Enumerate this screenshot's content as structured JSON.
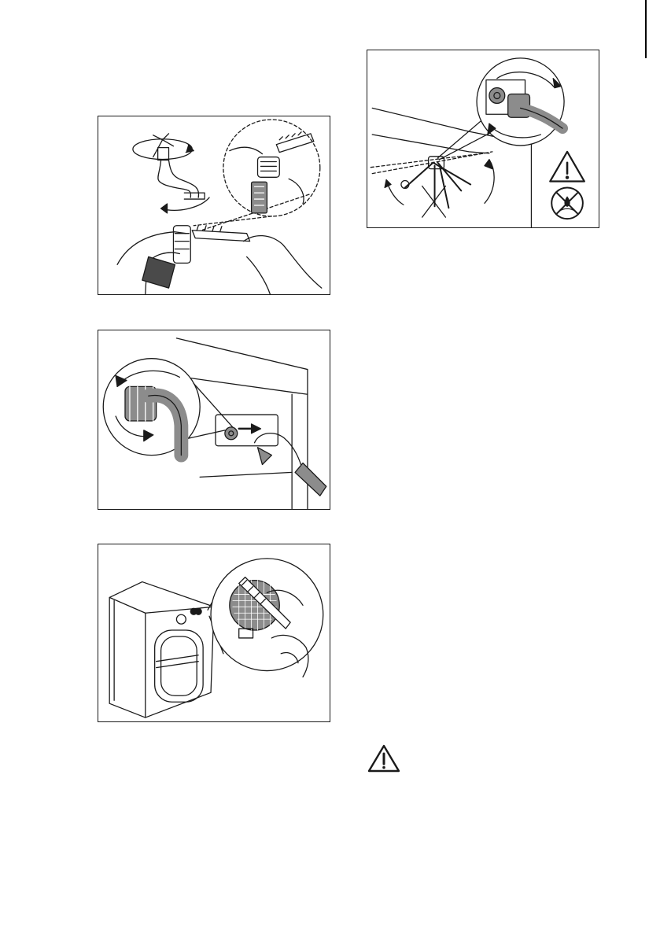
{
  "page": {
    "background": "#ffffff",
    "line_color": "#1a1a1a",
    "hose_gray": "#8c8c8c",
    "dark_gray": "#4a4a4a"
  },
  "figures": [
    {
      "name": "tap-and-hose-filter-cleaning",
      "icons": [
        "tap-icon",
        "rotate-arrow-icon",
        "brush-icon",
        "hose-filter-icon",
        "hands-icon"
      ]
    },
    {
      "name": "inlet-hose-removal",
      "icons": [
        "rotate-arrow-icon",
        "hose-nut-icon",
        "valve-filter-icon",
        "hand-icon"
      ]
    },
    {
      "name": "valve-filter-brushing",
      "icons": [
        "washing-machine-icon",
        "mesh-filter-icon",
        "brush-icon",
        "hand-icon"
      ]
    },
    {
      "name": "hose-reinstall-angle",
      "icons": [
        "rotate-arrow-icon",
        "warning-icon",
        "no-water-icon"
      ]
    }
  ],
  "warning_symbol": {
    "icon": "warning-triangle-icon"
  }
}
